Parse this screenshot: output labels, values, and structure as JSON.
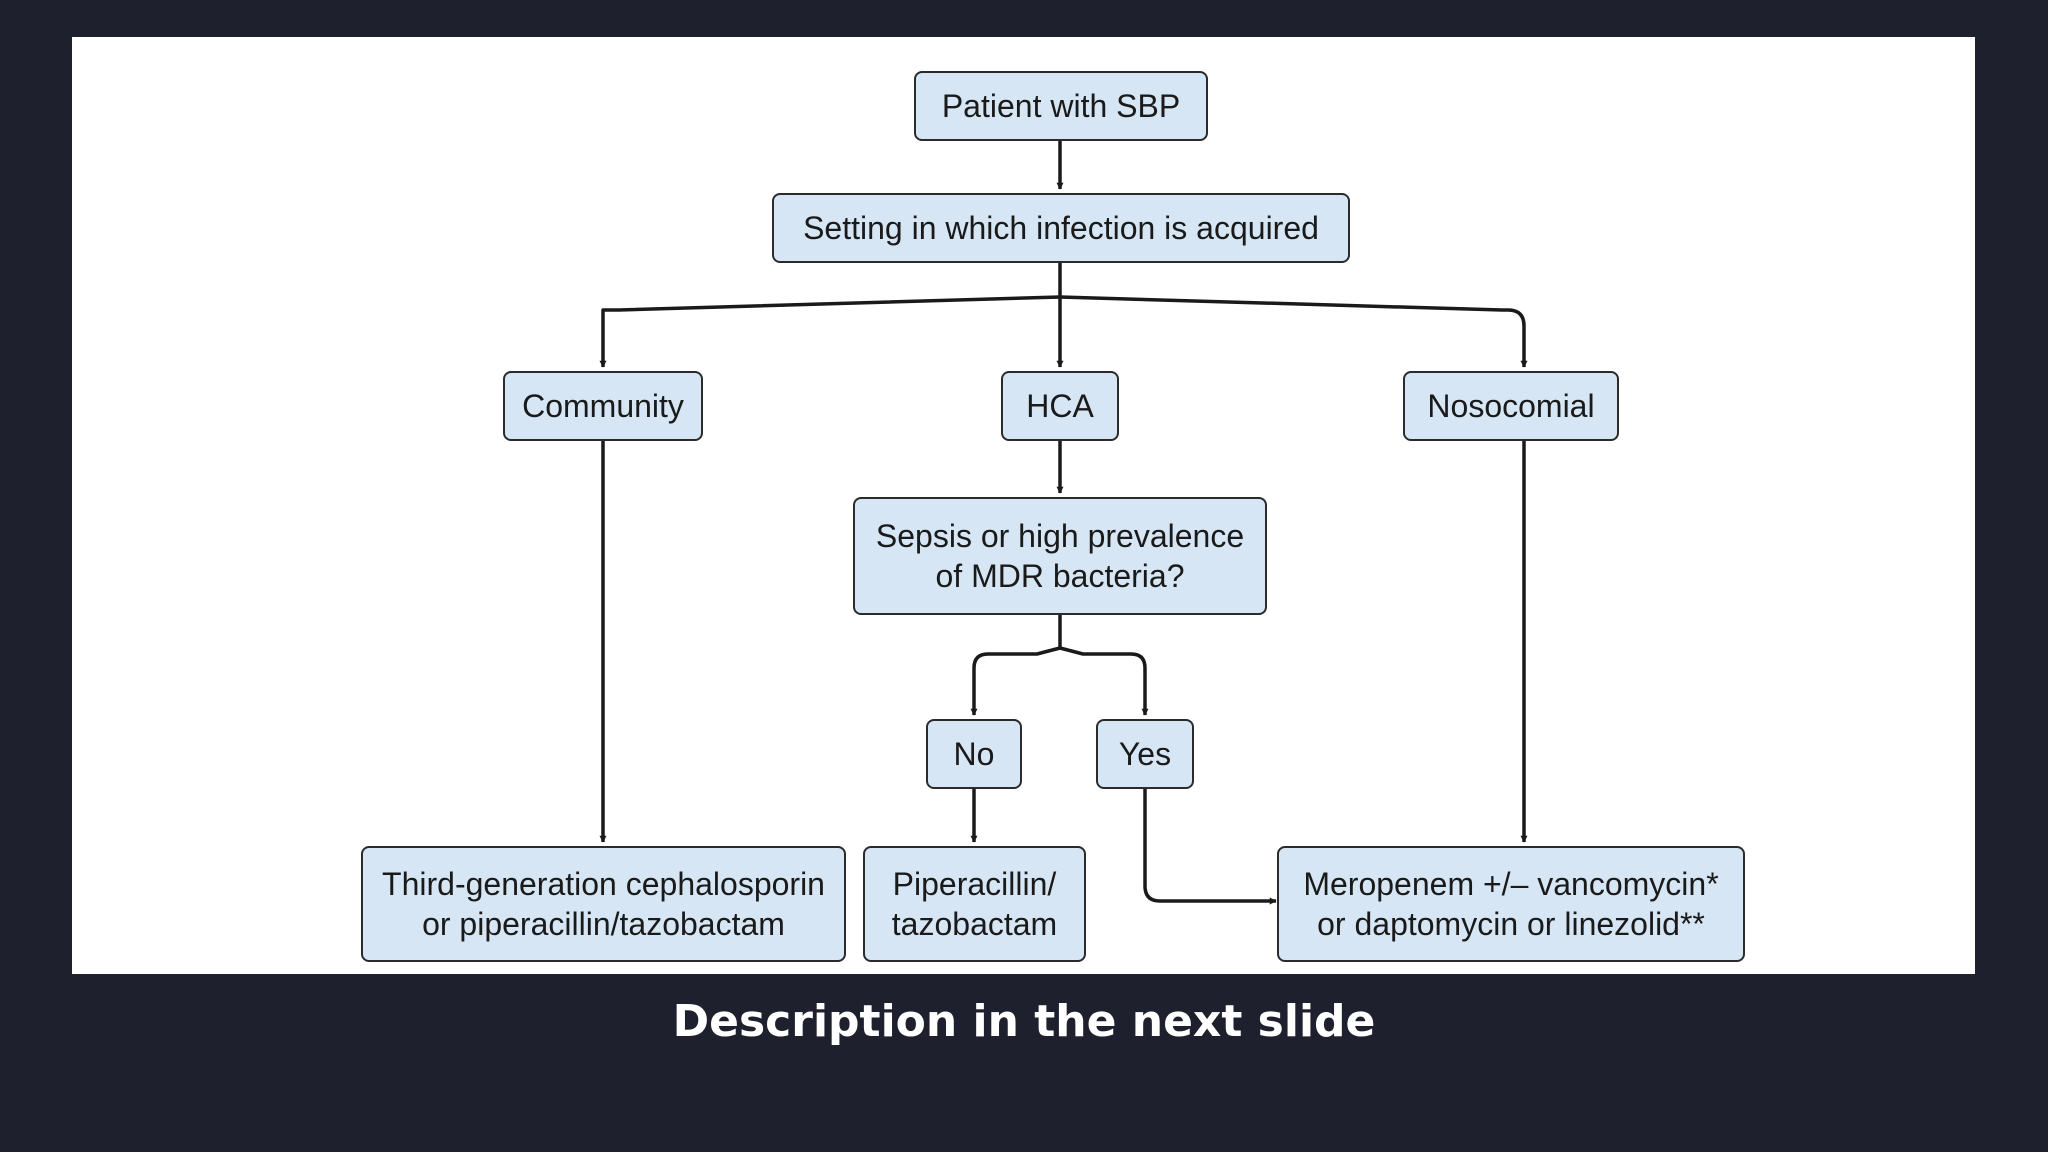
{
  "flowchart": {
    "nodes": {
      "patient": "Patient with SBP",
      "setting": "Setting in which infection is acquired",
      "community": "Community",
      "hca": "HCA",
      "nosocomial": "Nosocomial",
      "sepsis_question": "Sepsis or high prevalence\nof MDR bacteria?",
      "no": "No",
      "yes": "Yes",
      "third_gen": "Third-generation cephalosporin\nor piperacillin/tazobactam",
      "pip_taz": "Piperacillin/\ntazobactam",
      "meropenem": "Meropenem +/– vancomycin*\nor daptomycin or linezolid**"
    },
    "edges": [
      {
        "from": "patient",
        "to": "setting"
      },
      {
        "from": "setting",
        "to": "community"
      },
      {
        "from": "setting",
        "to": "hca"
      },
      {
        "from": "setting",
        "to": "nosocomial"
      },
      {
        "from": "hca",
        "to": "sepsis_question"
      },
      {
        "from": "sepsis_question",
        "to": "no"
      },
      {
        "from": "sepsis_question",
        "to": "yes"
      },
      {
        "from": "community",
        "to": "third_gen"
      },
      {
        "from": "no",
        "to": "pip_taz"
      },
      {
        "from": "yes",
        "to": "meropenem"
      },
      {
        "from": "nosocomial",
        "to": "meropenem"
      }
    ]
  },
  "caption": "Description in the next slide",
  "colors": {
    "background": "#1e212d",
    "panel": "#ffffff",
    "node_fill": "#d6e6f5",
    "node_border": "#2b2b2b",
    "caption_text": "#ffffff"
  }
}
